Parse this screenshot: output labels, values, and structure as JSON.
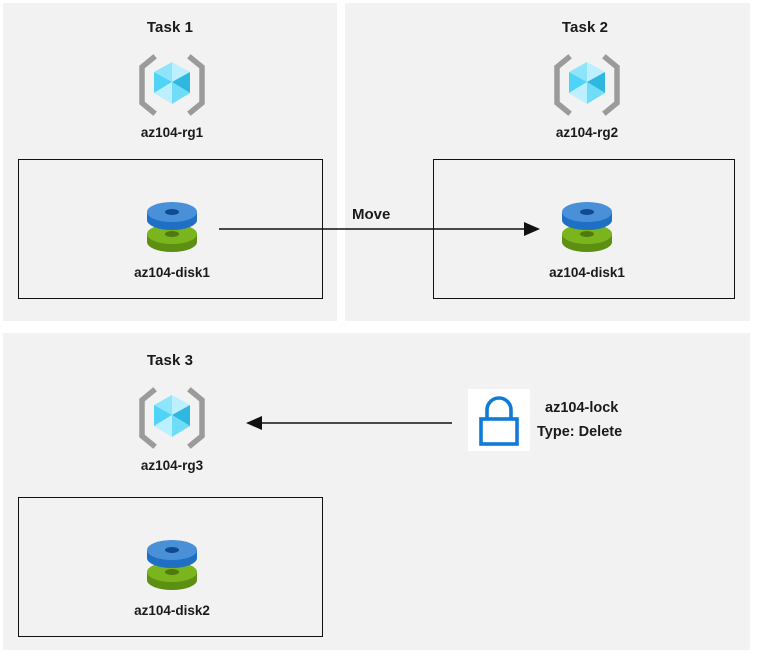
{
  "diagram": {
    "title": "Azure resource group tasks diagram",
    "background_color": "#ffffff",
    "panel_color": "#f2f2f2",
    "box_border_color": "#111111",
    "text_color": "#1a1a1a"
  },
  "panels": [
    {
      "id": "task1",
      "task_label": "Task 1",
      "resource_group": {
        "name": "az104-rg1",
        "icon": "resource-group-cube-icon"
      },
      "resource": {
        "name": "az104-disk1",
        "icon": "managed-disk-icon"
      }
    },
    {
      "id": "task2",
      "task_label": "Task 2",
      "resource_group": {
        "name": "az104-rg2",
        "icon": "resource-group-cube-icon"
      },
      "resource": {
        "name": "az104-disk1",
        "icon": "managed-disk-icon"
      }
    },
    {
      "id": "task3",
      "task_label": "Task 3",
      "resource_group": {
        "name": "az104-rg3",
        "icon": "resource-group-cube-icon"
      },
      "resource": {
        "name": "az104-disk2",
        "icon": "managed-disk-icon"
      }
    }
  ],
  "connectors": {
    "move": {
      "label": "Move",
      "direction": "left-to-right",
      "from": "task1-disk",
      "to": "task2-disk"
    },
    "lock_applied": {
      "direction": "right-to-left",
      "from": "lock",
      "to": "task3-resource-group"
    }
  },
  "lock": {
    "icon": "padlock-icon",
    "name": "az104-lock",
    "type_line": "Type: Delete",
    "type_label": "Type:",
    "type_value": "Delete",
    "icon_color": "#0f7bd6",
    "tile_background": "#ffffff"
  },
  "colors": {
    "cube_light": "#8ee4fb",
    "cube_mid": "#4fd3f7",
    "cube_dark": "#2eb8e0",
    "cube_pale": "#bcefff",
    "bracket": "#9b9b9b",
    "disk_blue_top": "#4a90d9",
    "disk_blue_side": "#1f6fc4",
    "disk_green_top": "#7ab51d",
    "disk_green_side": "#5d8f13",
    "arrow": "#111111"
  }
}
